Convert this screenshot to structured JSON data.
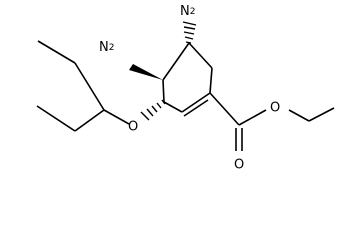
{
  "molecule": {
    "atoms": {
      "amine_top": {
        "element": "N",
        "hydrogens": "2"
      },
      "amine_left": {
        "element": "N",
        "hydrogens": "2"
      },
      "ether_oxygen": {
        "element": "O"
      },
      "carbonyl_oxygen": {
        "element": "O"
      },
      "ester_oxygen": {
        "element": "O"
      }
    },
    "colors": {
      "bond": "#000000",
      "label": "#000000",
      "background": "#ffffff"
    }
  }
}
